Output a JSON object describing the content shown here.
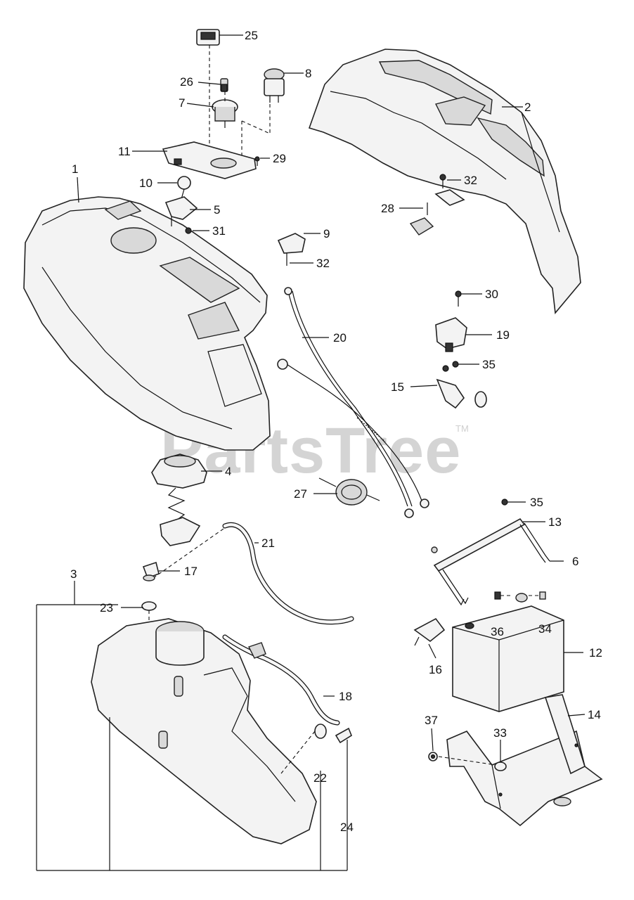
{
  "diagram": {
    "watermark": "PartsTree",
    "watermark_tm": "TM",
    "callouts": [
      {
        "id": "25",
        "text": "25"
      },
      {
        "id": "26",
        "text": "26"
      },
      {
        "id": "8",
        "text": "8"
      },
      {
        "id": "7",
        "text": "7"
      },
      {
        "id": "2",
        "text": "2"
      },
      {
        "id": "11",
        "text": "11"
      },
      {
        "id": "29",
        "text": "29"
      },
      {
        "id": "1",
        "text": "1"
      },
      {
        "id": "10",
        "text": "10"
      },
      {
        "id": "32a",
        "text": "32"
      },
      {
        "id": "5",
        "text": "5"
      },
      {
        "id": "28",
        "text": "28"
      },
      {
        "id": "31",
        "text": "31"
      },
      {
        "id": "9",
        "text": "9"
      },
      {
        "id": "32b",
        "text": "32"
      },
      {
        "id": "30",
        "text": "30"
      },
      {
        "id": "20",
        "text": "20"
      },
      {
        "id": "19",
        "text": "19"
      },
      {
        "id": "35a",
        "text": "35"
      },
      {
        "id": "15",
        "text": "15"
      },
      {
        "id": "4",
        "text": "4"
      },
      {
        "id": "27",
        "text": "27"
      },
      {
        "id": "35b",
        "text": "35"
      },
      {
        "id": "13",
        "text": "13"
      },
      {
        "id": "21",
        "text": "21"
      },
      {
        "id": "6",
        "text": "6"
      },
      {
        "id": "3",
        "text": "3"
      },
      {
        "id": "17",
        "text": "17"
      },
      {
        "id": "23",
        "text": "23"
      },
      {
        "id": "36",
        "text": "36"
      },
      {
        "id": "34",
        "text": "34"
      },
      {
        "id": "12",
        "text": "12"
      },
      {
        "id": "16",
        "text": "16"
      },
      {
        "id": "18",
        "text": "18"
      },
      {
        "id": "14",
        "text": "14"
      },
      {
        "id": "37",
        "text": "37"
      },
      {
        "id": "33",
        "text": "33"
      },
      {
        "id": "22",
        "text": "22"
      },
      {
        "id": "24",
        "text": "24"
      }
    ]
  }
}
